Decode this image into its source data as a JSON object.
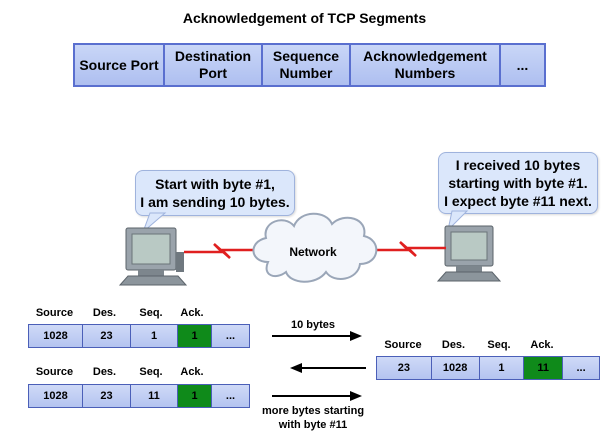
{
  "title": "Acknowledgement of TCP Segments",
  "header_fields": [
    "Source Port",
    "Destination\nPort",
    "Sequence\nNumber",
    "Acknowledgement\nNumbers",
    "..."
  ],
  "left_bubble": "Start with byte #1,\nI am sending 10 bytes.",
  "right_bubble": "I received 10 bytes\nstarting with byte #1.\nI expect byte #11 next.",
  "network_label": "Network",
  "column_labels": [
    "Source",
    "Des.",
    "Seq.",
    "Ack."
  ],
  "segments": {
    "first": [
      "1028",
      "23",
      "1",
      "1",
      "..."
    ],
    "reply": [
      "23",
      "1028",
      "1",
      "11",
      "..."
    ],
    "second": [
      "1028",
      "23",
      "11",
      "1",
      "..."
    ]
  },
  "arrow_notes": {
    "first": "10 bytes",
    "second": "more bytes starting\nwith byte #11"
  },
  "colors": {
    "header_fill": "#b9c8f3",
    "header_border": "#5a6fcf",
    "ack_cell": "#0f8a1a",
    "bubble_fill": "#dbe7fb",
    "link_red": "#e02020"
  }
}
